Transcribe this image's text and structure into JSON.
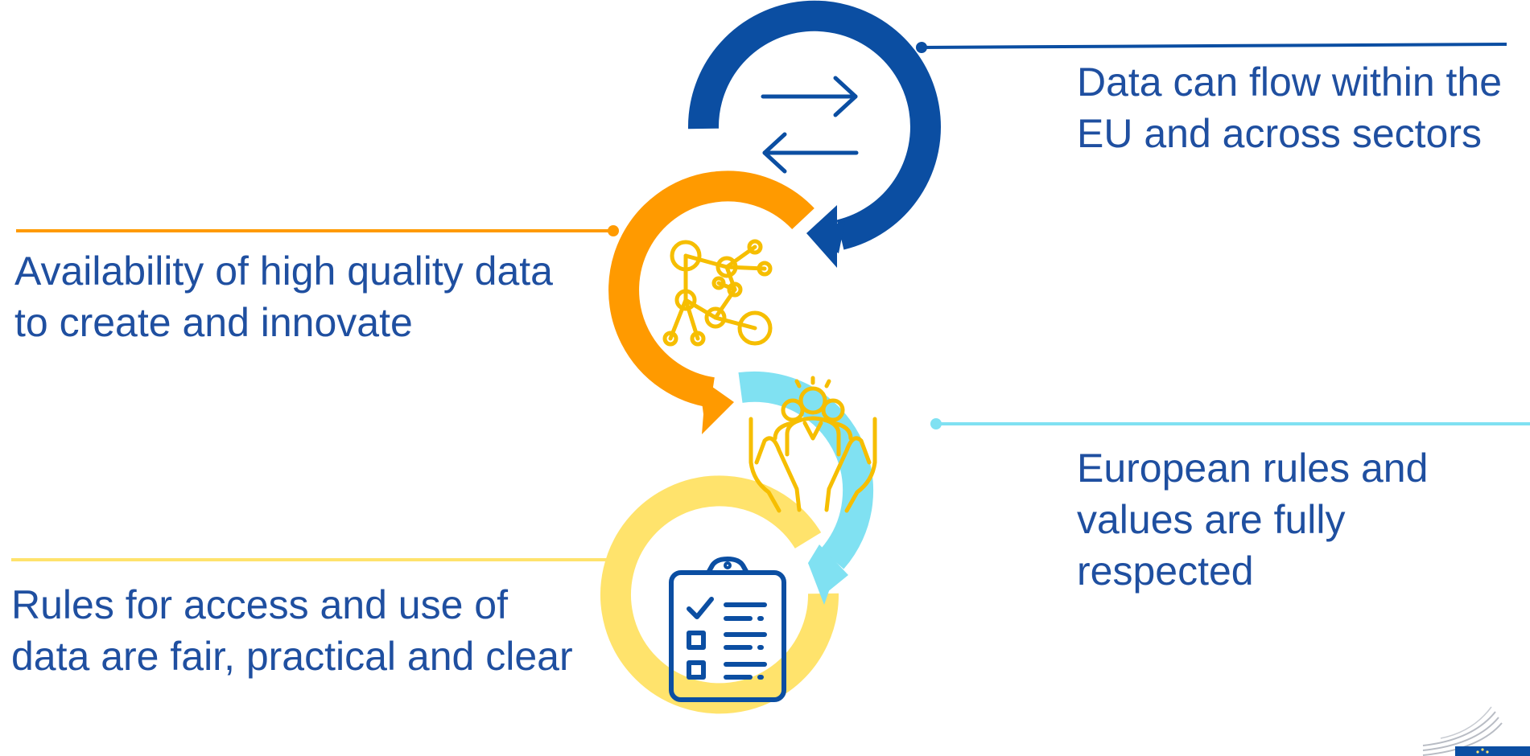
{
  "diagram": {
    "colors": {
      "blue": "#0b4ea2",
      "orange": "#ff9a00",
      "light_blue": "#80e1f2",
      "yellow": "#ffe36c",
      "gold_icon": "#f6be00",
      "text": "#1f4fa0"
    },
    "items": [
      {
        "text": "Data can flow within the EU and across sectors",
        "color": "blue",
        "icon": "exchange-arrows-icon"
      },
      {
        "text": "Availability of high quality data to create and innovate",
        "color": "orange",
        "icon": "network-nodes-icon"
      },
      {
        "text": "European rules and values are fully respected",
        "color": "light_blue",
        "icon": "people-in-hands-icon"
      },
      {
        "text": "Rules for access and use of data are fair, practical and clear",
        "color": "yellow",
        "icon": "clipboard-checklist-icon"
      }
    ],
    "logo": "european-commission-logo"
  }
}
